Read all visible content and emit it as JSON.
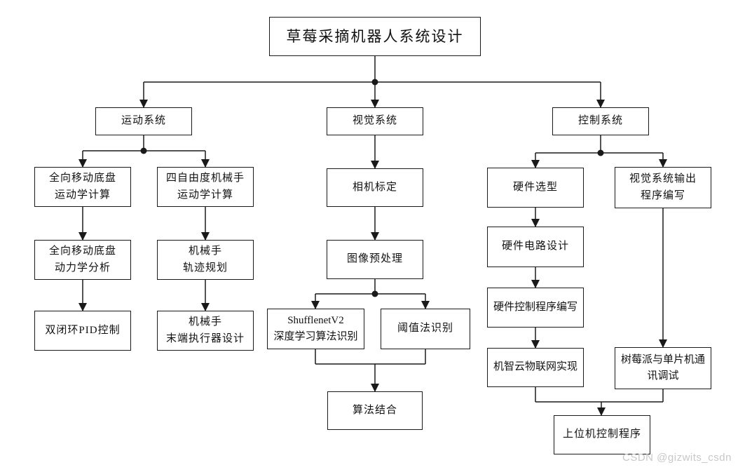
{
  "nodes": {
    "root": {
      "label": "草莓采摘机器人系统设计"
    },
    "motion_system": {
      "label": "运动系统"
    },
    "vision_system": {
      "label": "视觉系统"
    },
    "control_system": {
      "label": "控制系统"
    },
    "chassis_kinematics": {
      "label": "全向移动底盘\n运动学计算"
    },
    "arm_kinematics": {
      "label": "四自由度机械手\n运动学计算"
    },
    "chassis_dynamics": {
      "label": "全向移动底盘\n动力学分析"
    },
    "arm_trajectory": {
      "label": "机械手\n轨迹规划"
    },
    "pid_control": {
      "label": "双闭环PID控制"
    },
    "end_effector_design": {
      "label": "机械手\n末端执行器设计"
    },
    "camera_calibration": {
      "label": "相机标定"
    },
    "image_preprocessing": {
      "label": "图像预处理"
    },
    "shufflenet_recognition": {
      "label": "ShufflenetV2\n深度学习算法识别"
    },
    "threshold_recognition": {
      "label": "阈值法识别"
    },
    "algorithm_combination": {
      "label": "算法结合"
    },
    "hardware_selection": {
      "label": "硬件选型"
    },
    "vision_output_program": {
      "label": "视觉系统输出\n程序编写"
    },
    "hardware_circuit_design": {
      "label": "硬件电路设计"
    },
    "hardware_control_program": {
      "label": "硬件控制程序编写"
    },
    "gizwits_iot": {
      "label": "机智云物联网实现"
    },
    "raspi_mcu_comm": {
      "label": "树莓派与单片机通\n讯调试"
    },
    "host_control_program": {
      "label": "上位机控制程序"
    }
  },
  "watermark": "CSDN @gizwits_csdn",
  "colors": {
    "line": "#1a1a1a",
    "watermark": "#c8c8c8",
    "background": "#ffffff"
  }
}
